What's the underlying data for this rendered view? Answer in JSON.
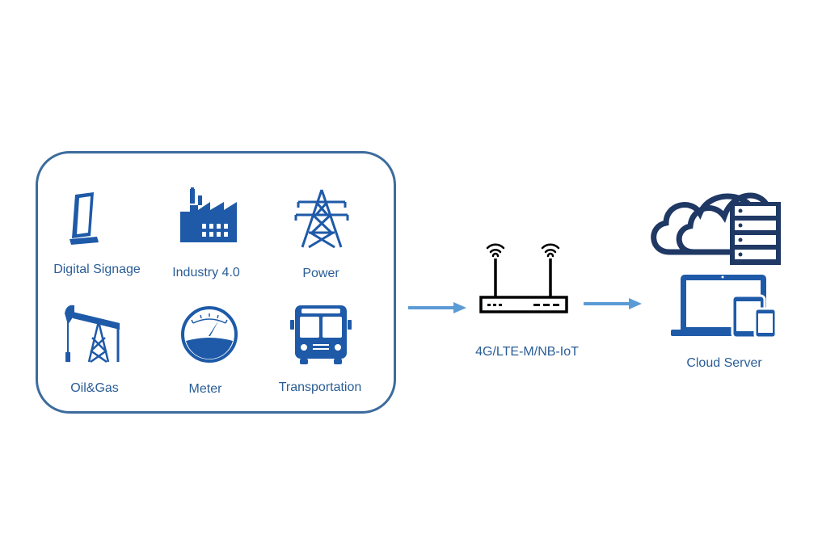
{
  "devices": [
    {
      "label": "Digital Signage",
      "icon": "digital-signage-icon"
    },
    {
      "label": "Industry 4.0",
      "icon": "factory-icon"
    },
    {
      "label": "Power",
      "icon": "power-tower-icon"
    },
    {
      "label": "Oil&Gas",
      "icon": "oil-pump-icon"
    },
    {
      "label": "Meter",
      "icon": "meter-gauge-icon"
    },
    {
      "label": "Transportation",
      "icon": "bus-icon"
    }
  ],
  "router": {
    "label": "4G/LTE-M/NB-IoT",
    "icon": "router-icon"
  },
  "cloud": {
    "label": "Cloud Server",
    "icon": "cloud-server-icon"
  },
  "colors": {
    "primary": "#1e5aa8",
    "border": "#3c6c9c",
    "arrow": "#5b9bd5",
    "dark_navy": "#1f3864",
    "router": "#000000"
  }
}
